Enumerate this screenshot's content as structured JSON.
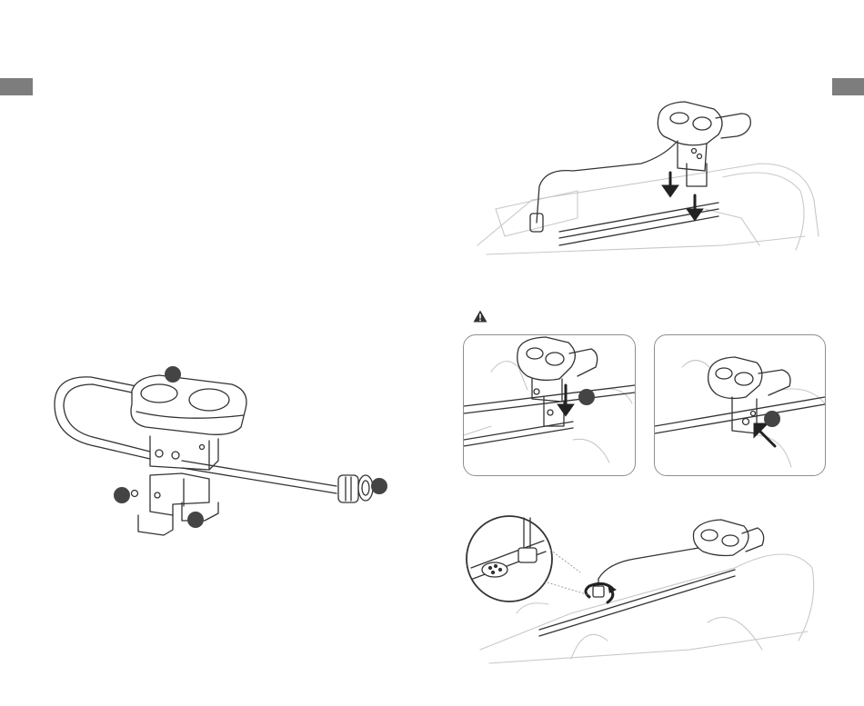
{
  "page": {
    "left_tab_color": "#7d7d7d",
    "right_tab_color": "#7d7d7d"
  },
  "illustrations": {
    "left": "tiller-assembly-exploded-view",
    "top_right": "tiller-mounting-onto-frame",
    "panel_left": "insert-tiller-bracket-into-rail",
    "panel_right": "fasten-bracket-screw",
    "bottom": "connect-cable-connector-rotate"
  },
  "icons": {
    "warning": "warning-icon"
  }
}
